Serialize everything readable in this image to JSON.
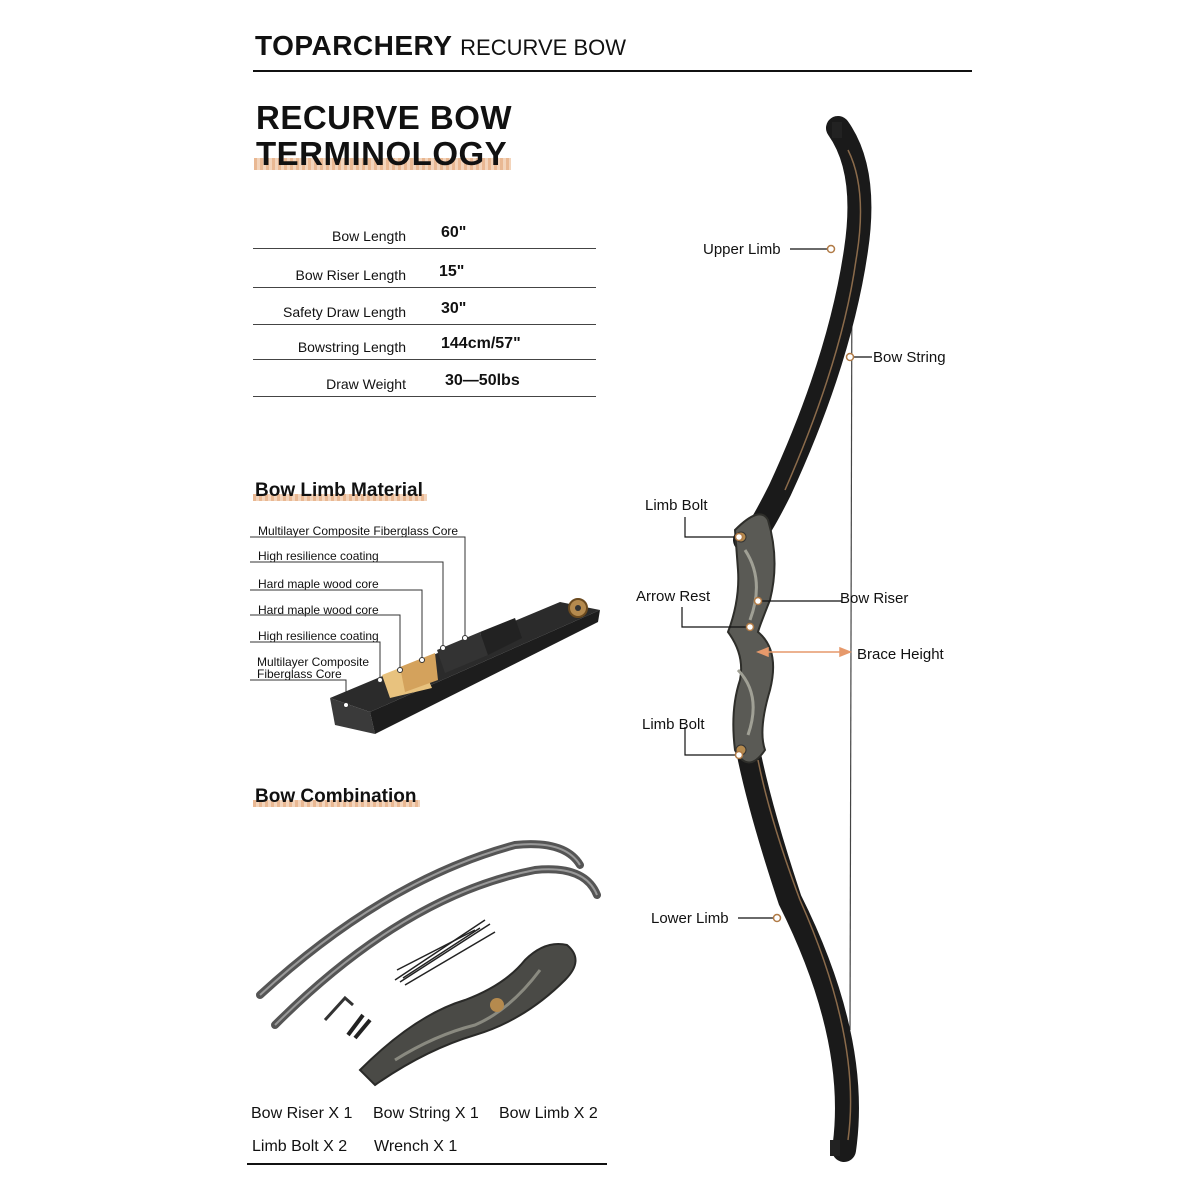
{
  "header": {
    "brand": "TOPARCHERY",
    "subtitle": "RECURVE BOW"
  },
  "title": {
    "line1": "RECURVE BOW",
    "line2": "TERMINOLOGY"
  },
  "specs": [
    {
      "label": "Bow Length",
      "value": "60\""
    },
    {
      "label": "Bow Riser Length",
      "value": "15\""
    },
    {
      "label": "Safety Draw Length",
      "value": "30\""
    },
    {
      "label": "Bowstring Length",
      "value": "144cm/57\""
    },
    {
      "label": "Draw Weight",
      "value": "30—50lbs"
    }
  ],
  "limb_material": {
    "heading": "Bow Limb Material",
    "layers": [
      "Multilayer Composite Fiberglass Core",
      "High resilience coating",
      "Hard maple wood core",
      "Hard maple wood core",
      "High resilience coating",
      "Multilayer Composite Fiberglass Core"
    ]
  },
  "bow_labels": {
    "upper_limb": "Upper Limb",
    "bow_string": "Bow String",
    "limb_bolt_top": "Limb Bolt",
    "arrow_rest": "Arrow Rest",
    "bow_riser": "Bow Riser",
    "brace_height": "Brace Height",
    "limb_bolt_bottom": "Limb Bolt",
    "lower_limb": "Lower Limb"
  },
  "combination": {
    "heading": "Bow Combination",
    "items": [
      "Bow Riser X 1",
      "Bow String X 1",
      "Bow Limb X 2",
      "Limb Bolt X 2",
      "Wrench X 1"
    ]
  },
  "colors": {
    "accent": "#e9b893",
    "brace_arrow": "#e6996b",
    "dot": "#d9a070"
  }
}
